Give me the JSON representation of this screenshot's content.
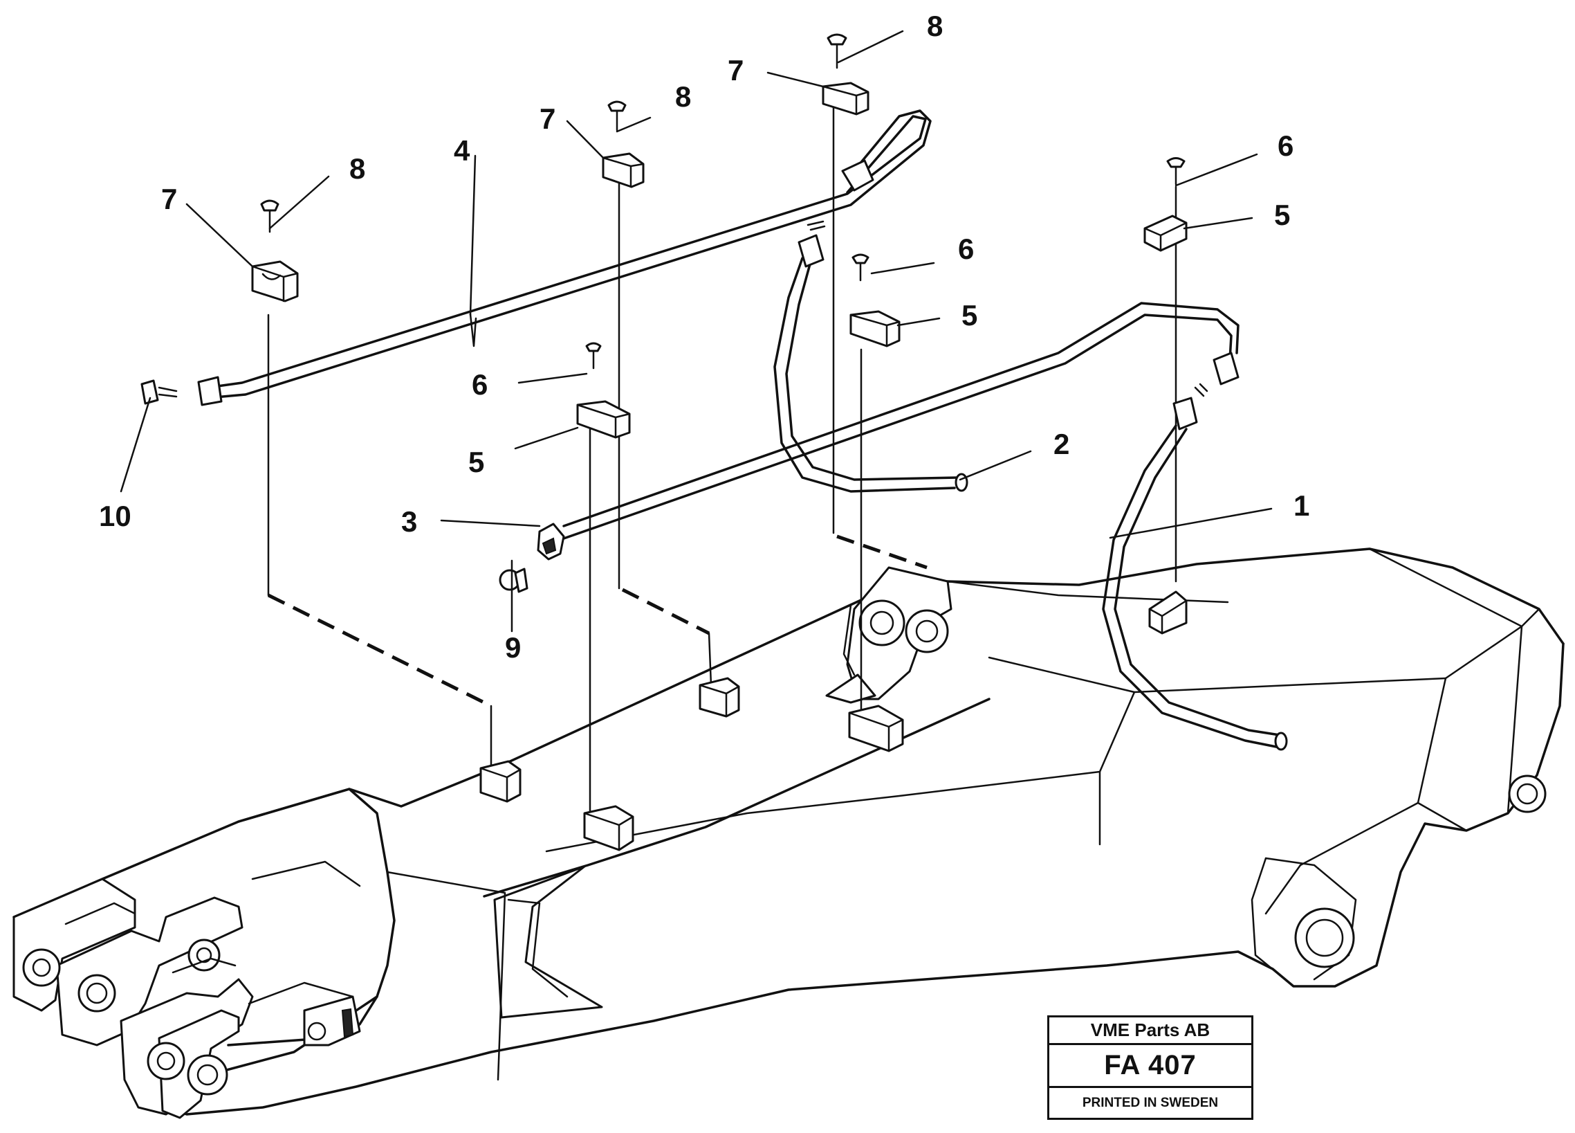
{
  "callouts": [
    {
      "id": "c1",
      "text": "1"
    },
    {
      "id": "c2",
      "text": "2"
    },
    {
      "id": "c3",
      "text": "3"
    },
    {
      "id": "c4",
      "text": "4"
    },
    {
      "id": "c5a",
      "text": "5"
    },
    {
      "id": "c5b",
      "text": "5"
    },
    {
      "id": "c5c",
      "text": "5"
    },
    {
      "id": "c6a",
      "text": "6"
    },
    {
      "id": "c6b",
      "text": "6"
    },
    {
      "id": "c6c",
      "text": "6"
    },
    {
      "id": "c7a",
      "text": "7"
    },
    {
      "id": "c7b",
      "text": "7"
    },
    {
      "id": "c7c",
      "text": "7"
    },
    {
      "id": "c8a",
      "text": "8"
    },
    {
      "id": "c8b",
      "text": "8"
    },
    {
      "id": "c8c",
      "text": "8"
    },
    {
      "id": "c9",
      "text": "9"
    },
    {
      "id": "c10",
      "text": "10"
    }
  ],
  "stamp": {
    "company": "VME Parts AB",
    "code": "FA 407",
    "printed": "PRINTED IN SWEDEN"
  }
}
